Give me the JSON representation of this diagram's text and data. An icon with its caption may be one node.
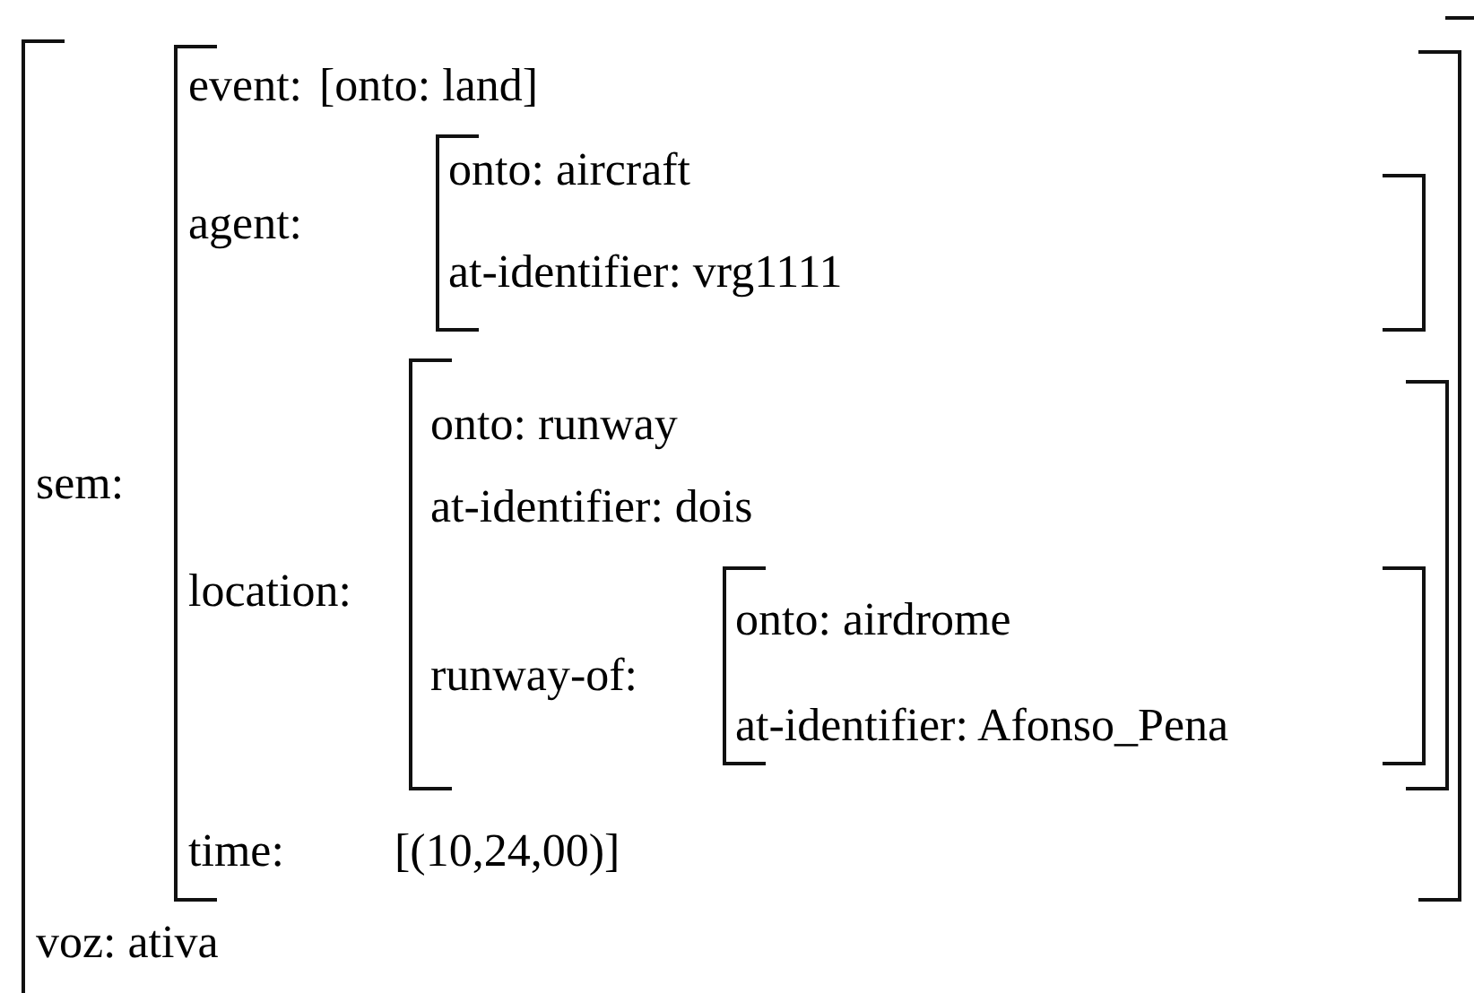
{
  "diagram": {
    "nodes": [
      {
        "text": [
          "sem:",
          "voz: ativa"
        ]
      },
      {
        "text": [
          "event:",
          "[onto: land]",
          "agent:",
          "location:",
          "time:",
          "[(10,24,00)]"
        ],
        "in": 0
      },
      {
        "text": [
          "onto: aircraft",
          "at-identifier: vrg1111"
        ],
        "in": 1
      },
      {
        "text": [
          "onto: runway",
          "at-identifier: dois",
          "runway-of:"
        ],
        "in": 1
      },
      {
        "text": [
          "onto: airdrome",
          "at-identifier: Afonso_Pena"
        ],
        "in": 3
      }
    ]
  }
}
